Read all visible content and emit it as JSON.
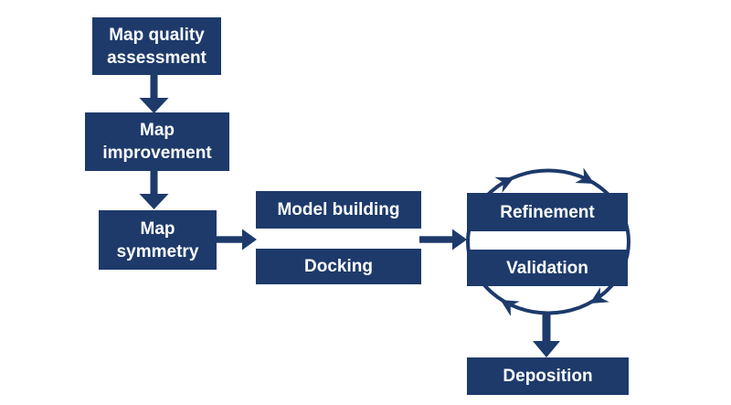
{
  "diagram": {
    "type": "flowchart",
    "title": "",
    "colors": {
      "node_fill": "#1d3a6b",
      "node_text": "#ffffff",
      "arrow": "#1d3a6b",
      "background": "#ffffff"
    },
    "nodes": [
      {
        "id": "map-quality-assessment",
        "lines": [
          "Map quality",
          "assessment"
        ]
      },
      {
        "id": "map-improvement",
        "lines": [
          "Map",
          "improvement"
        ]
      },
      {
        "id": "map-symmetry",
        "lines": [
          "Map",
          "symmetry"
        ]
      },
      {
        "id": "model-building",
        "lines": [
          "Model building"
        ]
      },
      {
        "id": "docking",
        "lines": [
          "Docking"
        ]
      },
      {
        "id": "refinement",
        "lines": [
          "Refinement"
        ]
      },
      {
        "id": "validation",
        "lines": [
          "Validation"
        ]
      },
      {
        "id": "deposition",
        "lines": [
          "Deposition"
        ]
      }
    ],
    "edges": [
      {
        "from": "Map quality assessment",
        "to": "Map improvement",
        "style": "thick-arrow-down"
      },
      {
        "from": "Map improvement",
        "to": "Map symmetry",
        "style": "thick-arrow-down"
      },
      {
        "from": "Map symmetry",
        "to": "Model building / Docking",
        "style": "thick-arrow-right"
      },
      {
        "from": "Model building / Docking",
        "to": "Refinement / Validation",
        "style": "thick-arrow-right"
      },
      {
        "from": "Refinement / Validation",
        "to": "Deposition",
        "style": "thick-arrow-down"
      }
    ],
    "cycle": {
      "around": [
        "Refinement",
        "Validation"
      ],
      "shape": "ellipse",
      "direction": "clockwise",
      "arrowheads": 4
    }
  }
}
